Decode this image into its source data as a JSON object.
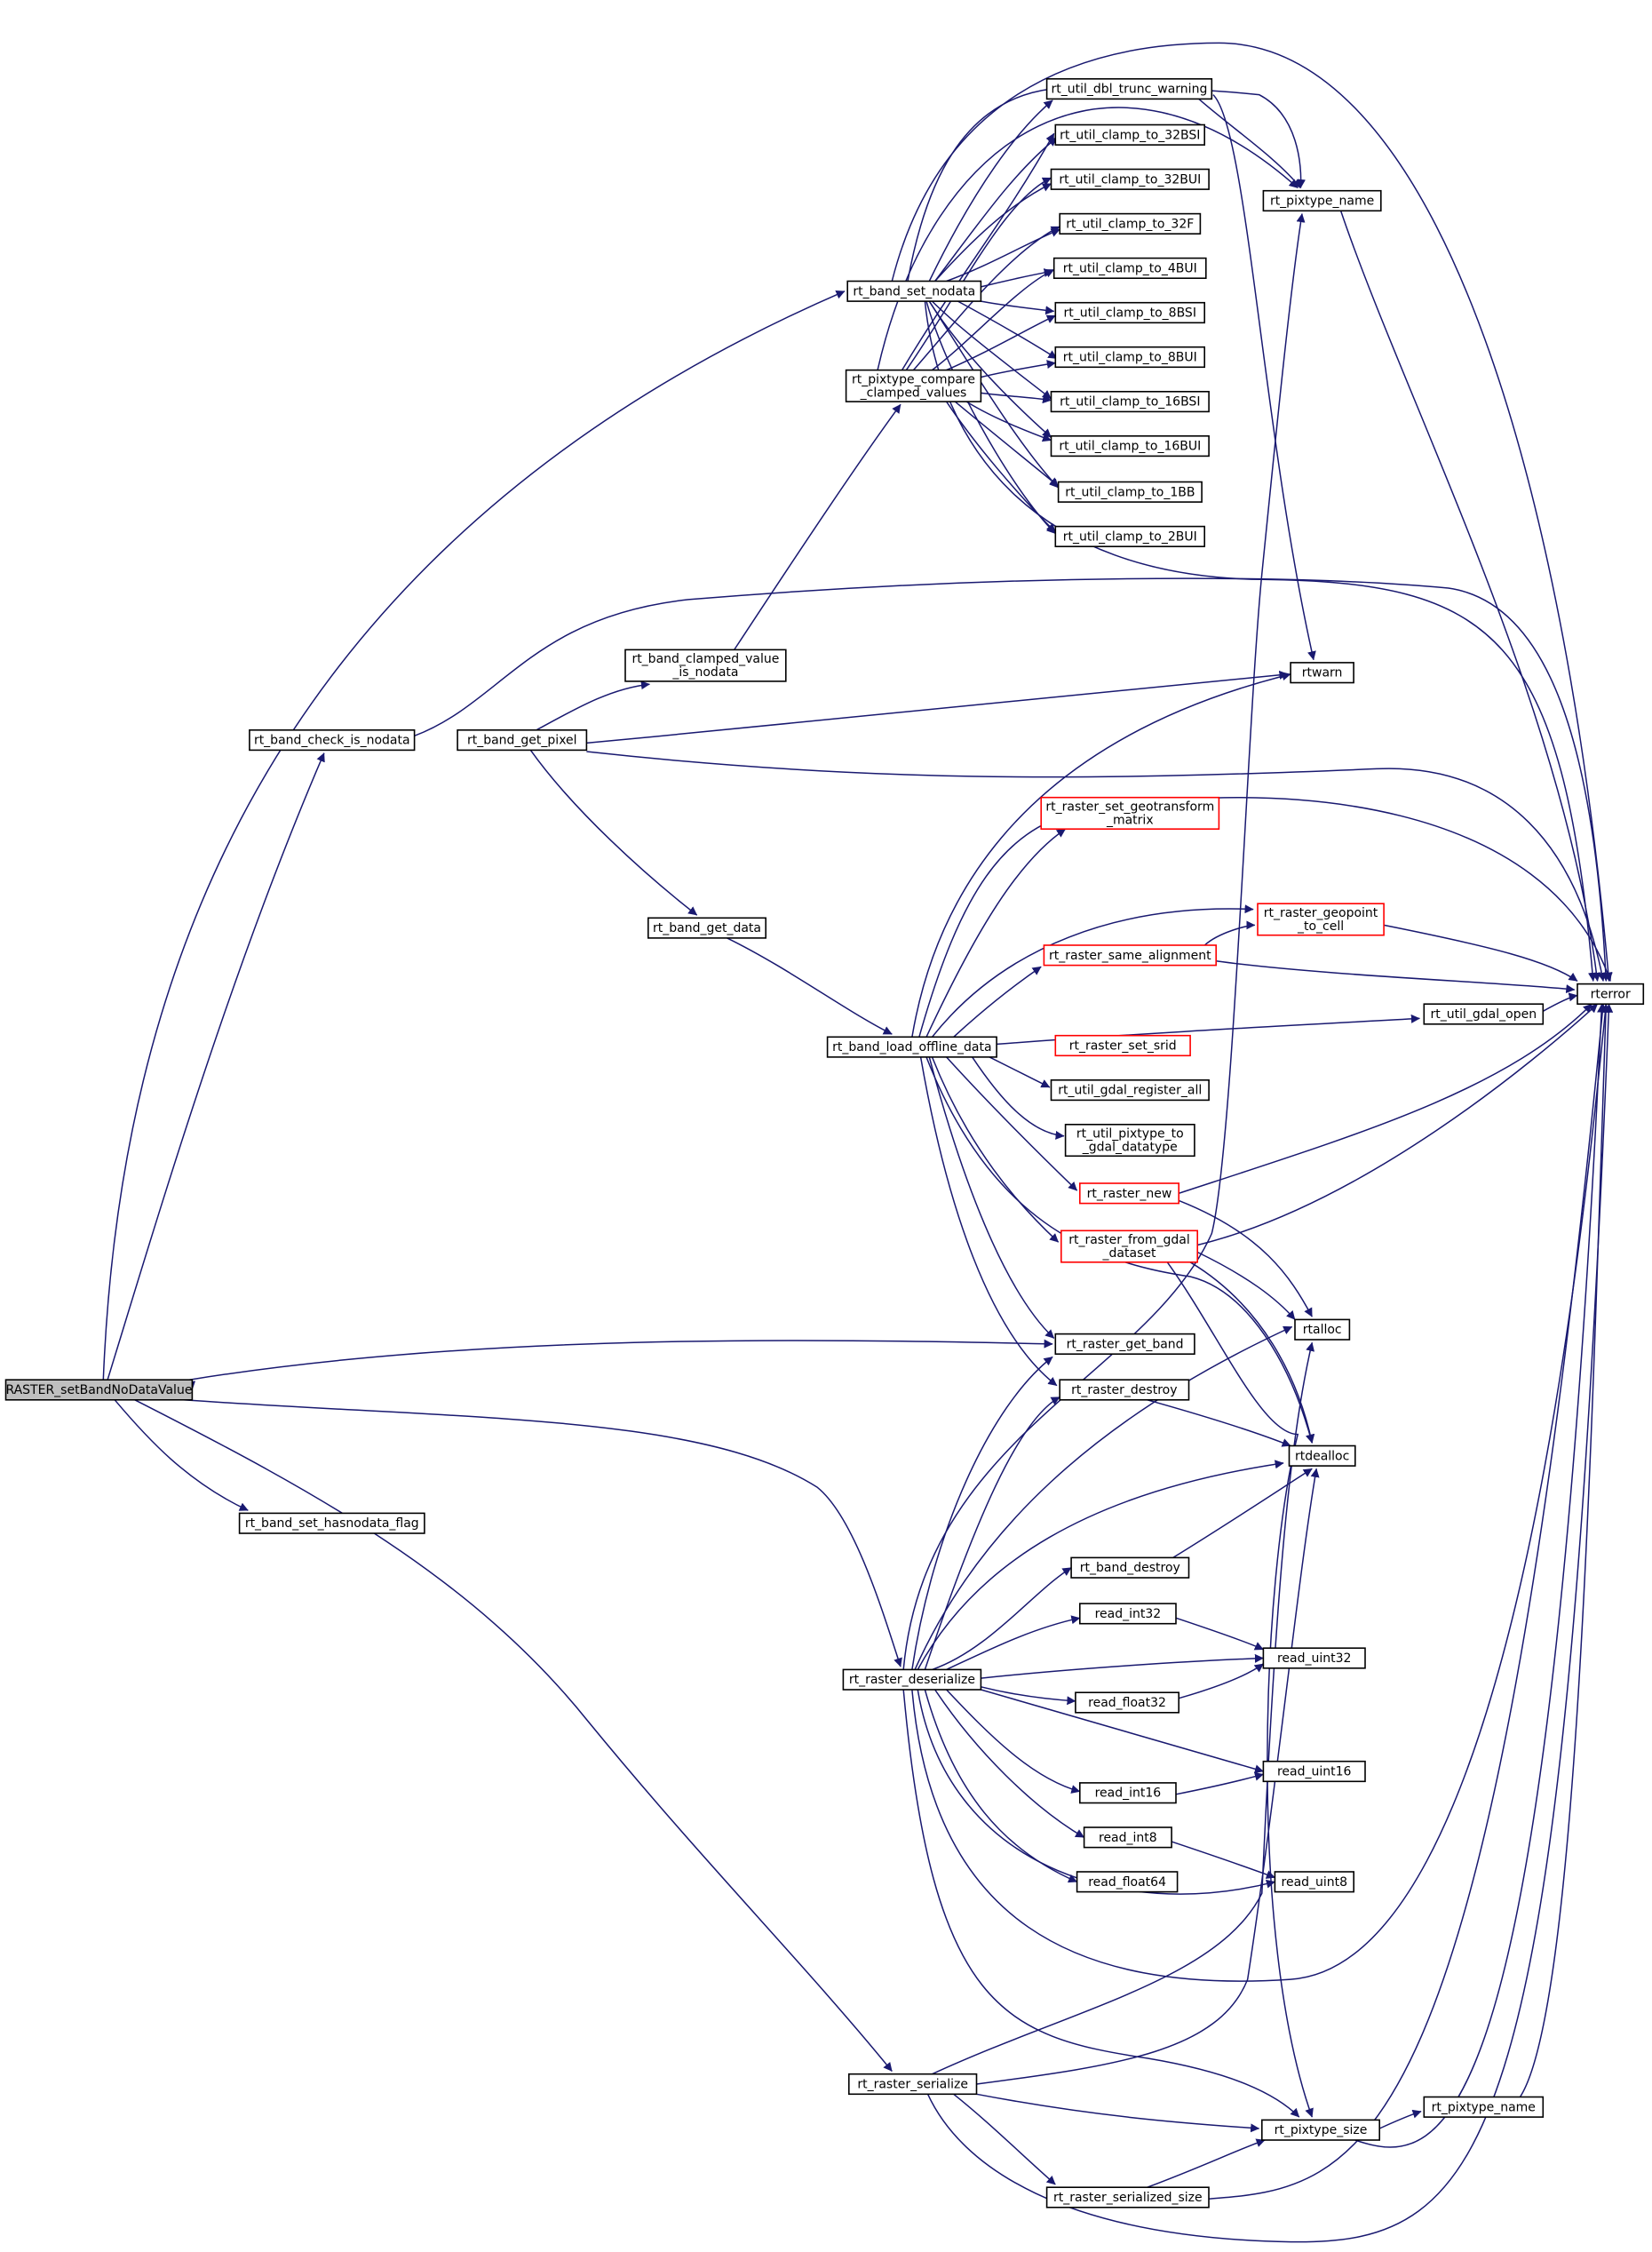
{
  "colors": {
    "edge": "#191970",
    "node_border": "#000000",
    "node_border_incomplete": "#ff0000",
    "root_fill": "#bfbfbf",
    "background": "#ffffff"
  },
  "nodes": [
    {
      "id": "root",
      "lines": [
        "RASTER_setBandNoDataValue"
      ],
      "style": "root"
    },
    {
      "id": "set_nodata",
      "lines": [
        "rt_band_set_nodata"
      ]
    },
    {
      "id": "check_nodata",
      "lines": [
        "rt_band_check_is_nodata"
      ]
    },
    {
      "id": "hasnodata",
      "lines": [
        "rt_band_set_hasnodata_flag"
      ]
    },
    {
      "id": "compare",
      "lines": [
        "rt_pixtype_compare",
        "_clamped_values"
      ]
    },
    {
      "id": "clamped_nodata",
      "lines": [
        "rt_band_clamped_value",
        "_is_nodata"
      ]
    },
    {
      "id": "get_pixel",
      "lines": [
        "rt_band_get_pixel"
      ]
    },
    {
      "id": "get_data",
      "lines": [
        "rt_band_get_data"
      ]
    },
    {
      "id": "load_offline",
      "lines": [
        "rt_band_load_offline_data"
      ]
    },
    {
      "id": "dbl_trunc",
      "lines": [
        "rt_util_dbl_trunc_warning"
      ]
    },
    {
      "id": "c32bsi",
      "lines": [
        "rt_util_clamp_to_32BSI"
      ]
    },
    {
      "id": "c32bui",
      "lines": [
        "rt_util_clamp_to_32BUI"
      ]
    },
    {
      "id": "c32f",
      "lines": [
        "rt_util_clamp_to_32F"
      ]
    },
    {
      "id": "c4bui",
      "lines": [
        "rt_util_clamp_to_4BUI"
      ]
    },
    {
      "id": "c8bsi",
      "lines": [
        "rt_util_clamp_to_8BSI"
      ]
    },
    {
      "id": "c8bui",
      "lines": [
        "rt_util_clamp_to_8BUI"
      ]
    },
    {
      "id": "c16bsi",
      "lines": [
        "rt_util_clamp_to_16BSI"
      ]
    },
    {
      "id": "c16bui",
      "lines": [
        "rt_util_clamp_to_16BUI"
      ]
    },
    {
      "id": "c1bb",
      "lines": [
        "rt_util_clamp_to_1BB"
      ]
    },
    {
      "id": "c2bui",
      "lines": [
        "rt_util_clamp_to_2BUI"
      ]
    },
    {
      "id": "pixtype_name1",
      "lines": [
        "rt_pixtype_name"
      ]
    },
    {
      "id": "rtwarn",
      "lines": [
        "rtwarn"
      ]
    },
    {
      "id": "rterror",
      "lines": [
        "rterror"
      ]
    },
    {
      "id": "set_geotransform",
      "lines": [
        "rt_raster_set_geotransform",
        "_matrix"
      ],
      "style": "red"
    },
    {
      "id": "geopoint",
      "lines": [
        "rt_raster_geopoint",
        "_to_cell"
      ],
      "style": "red"
    },
    {
      "id": "same_align",
      "lines": [
        "rt_raster_same_alignment"
      ],
      "style": "red"
    },
    {
      "id": "gdal_open",
      "lines": [
        "rt_util_gdal_open"
      ]
    },
    {
      "id": "set_srid",
      "lines": [
        "rt_raster_set_srid"
      ],
      "style": "red"
    },
    {
      "id": "gdal_register",
      "lines": [
        "rt_util_gdal_register_all"
      ]
    },
    {
      "id": "pixtype_gdal",
      "lines": [
        "rt_util_pixtype_to",
        "_gdal_datatype"
      ]
    },
    {
      "id": "raster_new",
      "lines": [
        "rt_raster_new"
      ],
      "style": "red"
    },
    {
      "id": "from_gdal",
      "lines": [
        "rt_raster_from_gdal",
        "_dataset"
      ],
      "style": "red"
    },
    {
      "id": "rtalloc",
      "lines": [
        "rtalloc"
      ]
    },
    {
      "id": "get_band",
      "lines": [
        "rt_raster_get_band"
      ]
    },
    {
      "id": "raster_destroy",
      "lines": [
        "rt_raster_destroy"
      ]
    },
    {
      "id": "rtdealloc",
      "lines": [
        "rtdealloc"
      ]
    },
    {
      "id": "band_destroy",
      "lines": [
        "rt_band_destroy"
      ]
    },
    {
      "id": "read_int32",
      "lines": [
        "read_int32"
      ]
    },
    {
      "id": "read_uint32",
      "lines": [
        "read_uint32"
      ]
    },
    {
      "id": "read_float32",
      "lines": [
        "read_float32"
      ]
    },
    {
      "id": "deserialize",
      "lines": [
        "rt_raster_deserialize"
      ]
    },
    {
      "id": "read_uint16",
      "lines": [
        "read_uint16"
      ]
    },
    {
      "id": "read_int16",
      "lines": [
        "read_int16"
      ]
    },
    {
      "id": "read_int8",
      "lines": [
        "read_int8"
      ]
    },
    {
      "id": "read_uint8",
      "lines": [
        "read_uint8"
      ]
    },
    {
      "id": "read_float64",
      "lines": [
        "read_float64"
      ]
    },
    {
      "id": "serialize",
      "lines": [
        "rt_raster_serialize"
      ]
    },
    {
      "id": "pixtype_size",
      "lines": [
        "rt_pixtype_size"
      ]
    },
    {
      "id": "pixtype_name2",
      "lines": [
        "rt_pixtype_name"
      ]
    },
    {
      "id": "serialized_size",
      "lines": [
        "rt_raster_serialized_size"
      ]
    }
  ]
}
